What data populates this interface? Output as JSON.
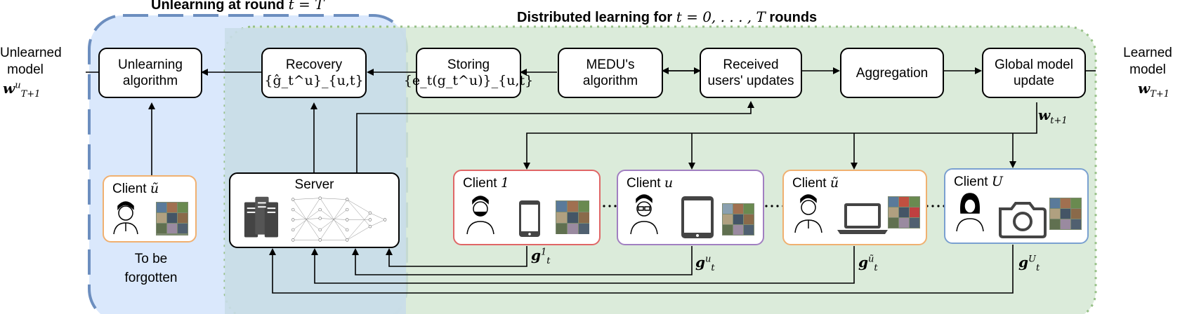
{
  "titles": {
    "unlearning": "Unlearning at round",
    "unlearning_math": "t = T",
    "distributed": "Distributed learning for",
    "distributed_math": "t = 0, . . . , T",
    "distributed_suffix": "rounds"
  },
  "left_output": {
    "line1": "Unlearned",
    "line2": "model",
    "math": "w",
    "math_sup": "u",
    "math_sub": "T+1"
  },
  "right_output": {
    "line1": "Learned",
    "line2": "model",
    "math": "w",
    "math_sub": "T+1"
  },
  "boxes": {
    "unlearning_algorithm": {
      "line1": "Unlearning",
      "line2": "algorithm"
    },
    "recovery": {
      "line1": "Recovery",
      "math": "{ĝ_t^u}_{u,t}"
    },
    "storing": {
      "line1": "Storing",
      "math": "{e_t(g_t^u)}_{u,t}"
    },
    "medu": {
      "line1": "MEDU's",
      "line2": "algorithm"
    },
    "received": {
      "line1": "Received",
      "line2": "users' updates"
    },
    "aggregation": {
      "line1": "Aggregation"
    },
    "global": {
      "line1": "Global model",
      "line2": "update"
    },
    "server": {
      "line1": "Server"
    }
  },
  "w_t1": {
    "math": "w",
    "math_sub": "t+1"
  },
  "clients": [
    {
      "label": "Client",
      "math": "1",
      "color": "#e06666",
      "update": "g",
      "sup": "1",
      "sub": "t"
    },
    {
      "label": "Client",
      "math": "u",
      "color": "#a17fc1",
      "update": "g",
      "sup": "u",
      "sub": "t"
    },
    {
      "label": "Client",
      "math": "ũ",
      "color": "#f0b070",
      "update": "g",
      "sup": "ũ",
      "sub": "t"
    },
    {
      "label": "Client",
      "math": "U",
      "color": "#7aa0d0",
      "update": "g",
      "sup": "U",
      "sub": "t"
    }
  ],
  "forget_client": {
    "label": "Client",
    "math": "ũ",
    "color": "#f0b070"
  },
  "forget_caption": {
    "line1": "To be",
    "line2": "forgotten"
  },
  "dots": "· · · · ·",
  "icon_names": [
    "person-icon",
    "phone-icon",
    "tablet-icon",
    "laptop-icon",
    "camera-icon",
    "server-icon",
    "neural-network-icon",
    "image-grid-icon"
  ]
}
